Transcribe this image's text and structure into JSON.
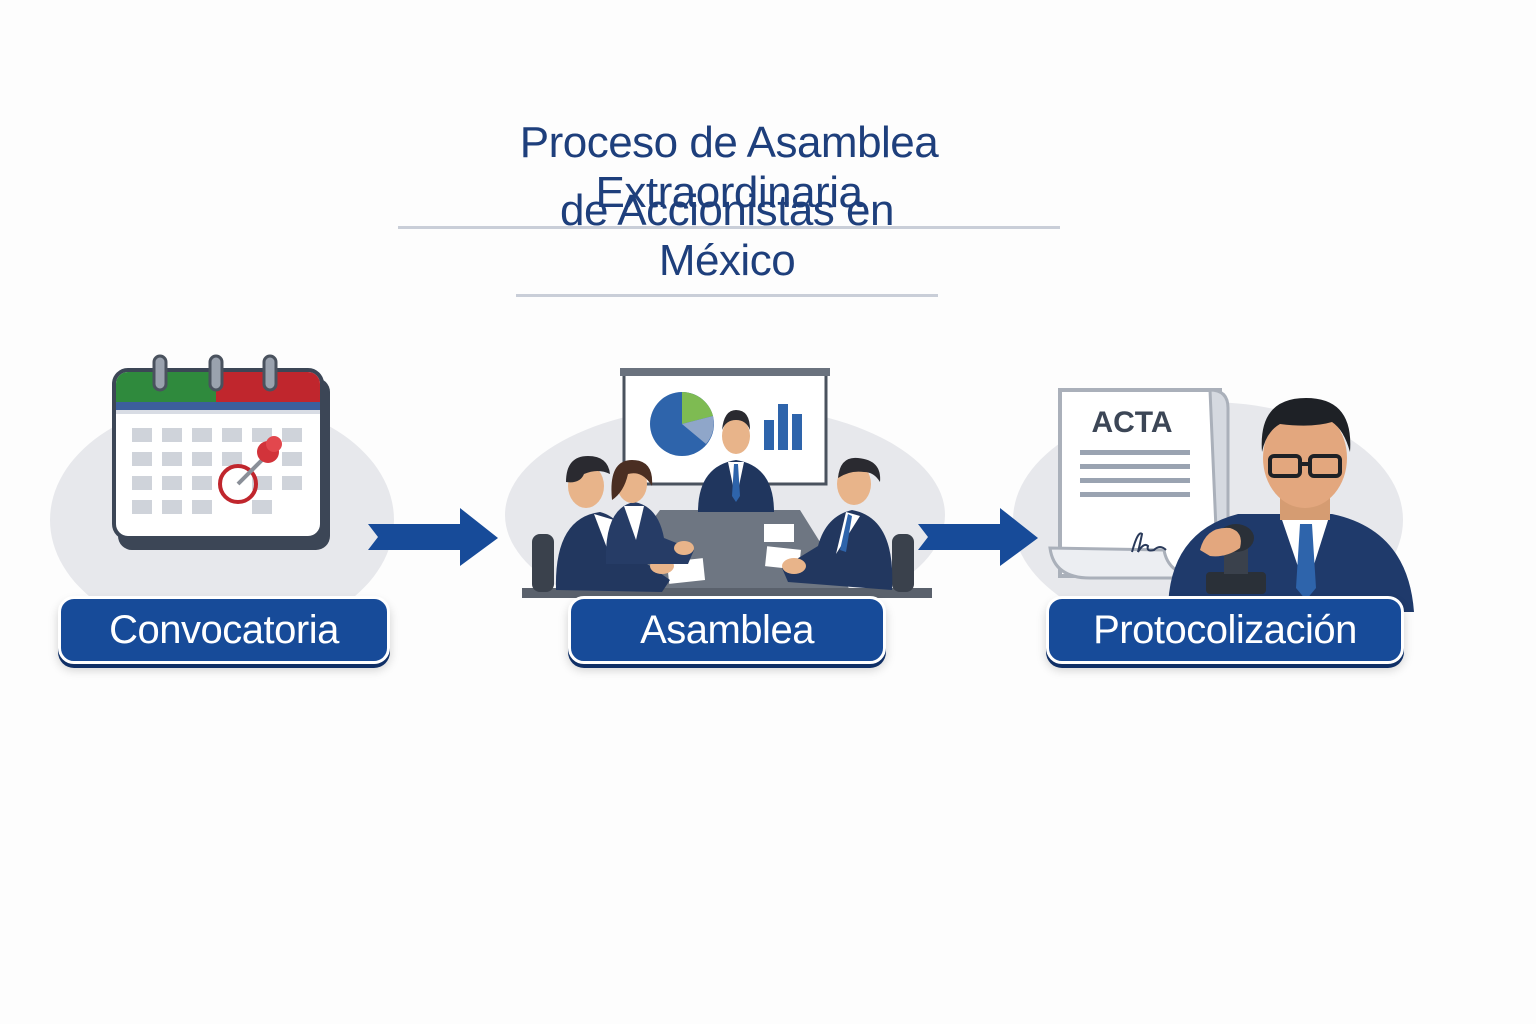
{
  "title": {
    "line1": "Proceso de Asamblea Extraordinaria",
    "line2": "de Accionistas en México"
  },
  "steps": [
    {
      "label": "Convocatoria",
      "icon": "calendar-icon"
    },
    {
      "label": "Asamblea",
      "icon": "meeting-icon"
    },
    {
      "label": "Protocolización",
      "icon": "notary-icon"
    }
  ],
  "document_heading": "ACTA",
  "colors": {
    "accent": "#174b99",
    "title": "#1e3f7c",
    "flag_green": "#2f8a3d",
    "flag_red": "#c0262d"
  }
}
